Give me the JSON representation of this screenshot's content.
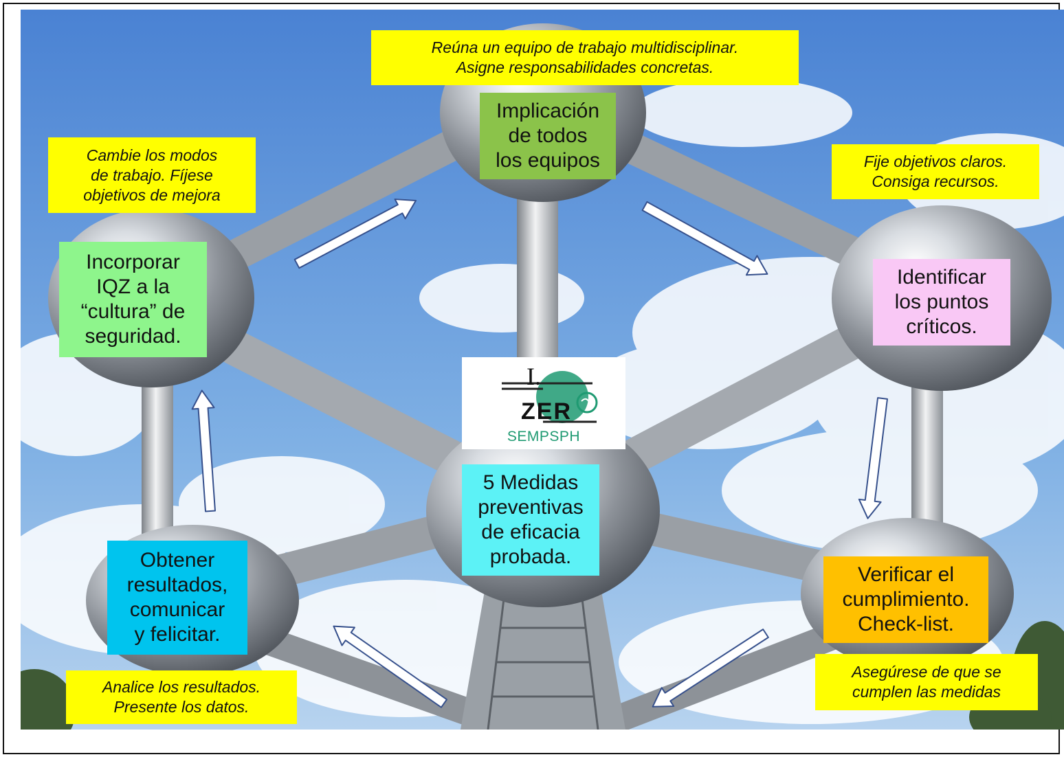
{
  "steps": {
    "top": {
      "lines": [
        "Implicación",
        "de todos",
        "los equipos"
      ],
      "color": "#8bc34a"
    },
    "right": {
      "lines": [
        "Identificar",
        "los puntos",
        "críticos."
      ],
      "color": "#f9c8f5"
    },
    "bottom_right": {
      "lines": [
        "Verificar el",
        "cumplimiento.",
        "Check-list."
      ],
      "color": "#ffc000"
    },
    "center": {
      "lines": [
        "5 Medidas",
        "preventivas",
        "de eficacia",
        "probada."
      ],
      "color": "#5cf2f6"
    },
    "bottom_left": {
      "lines": [
        "Obtener",
        "resultados,",
        "comunicar",
        "y felicitar."
      ],
      "color": "#00c4ee"
    },
    "left": {
      "lines": [
        "Incorporar",
        "IQZ a la",
        "“cultura” de",
        "seguridad."
      ],
      "color": "#8ef58c"
    }
  },
  "tips": {
    "top": [
      "Reúna un equipo de trabajo multidisciplinar.",
      "Asigne responsabilidades concretas."
    ],
    "right": [
      "Fije objetivos claros.",
      "Consiga recursos."
    ],
    "bottom_right": [
      "Asegúrese de que se",
      "cumplen las medidas"
    ],
    "bottom_left": [
      "Analice los resultados.",
      "Presente los datos."
    ],
    "left": [
      "Cambie los modos",
      "de trabajo. Fíjese",
      "objetivos de mejora"
    ]
  },
  "logo": {
    "letters_top": "I.",
    "letters_mid": "ZER",
    "subtitle": "SEMPSPH",
    "color": "#1f9a72"
  },
  "colors": {
    "sky_top": "#4f86d6",
    "sky_bottom": "#9cc2ea",
    "tip_bg": "#ffff00",
    "arrow_fill": "#ffffff",
    "arrow_stroke": "#36508c"
  }
}
